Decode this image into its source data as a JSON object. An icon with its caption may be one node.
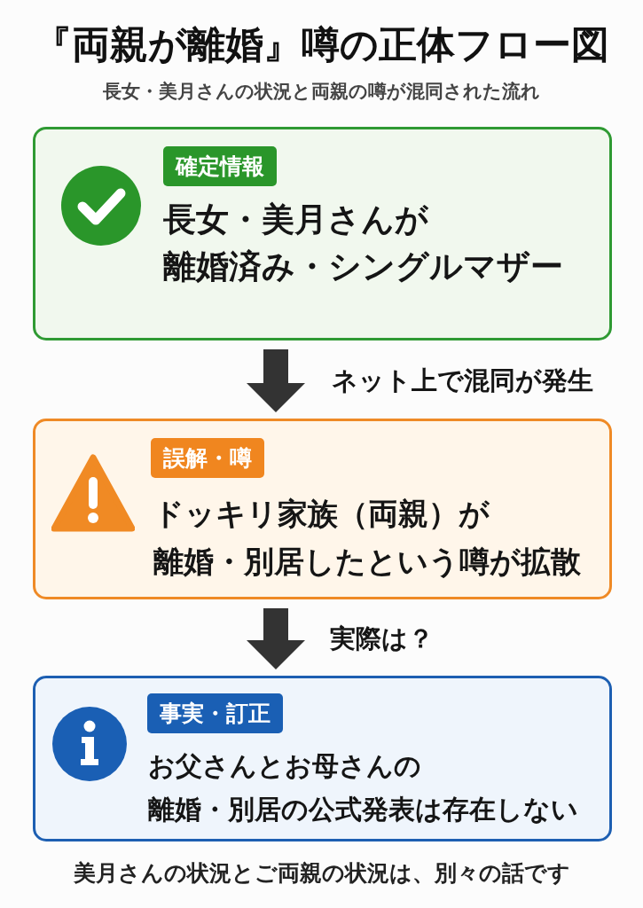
{
  "diagram": {
    "title": "『両親が離婚』噂の正体フロー図",
    "nodes": [
      {
        "text": [
          "確定情報",
          "長女・美月さんが離婚済み・シングルマザー"
        ]
      },
      {
        "text": [
          "誤解・噂",
          "ドッキリ家族（両親）が離婚・別居したという噂が拡散"
        ]
      },
      {
        "text": [
          "事実・訂正",
          "お父さんとお母さんの離婚・別居の公式発表は存在しない"
        ]
      }
    ],
    "edges": [
      {
        "from": 0,
        "to": 1,
        "arrow": "to",
        "label": "ネット上で混同が発生"
      },
      {
        "from": 1,
        "to": 2,
        "arrow": "to",
        "label": "実際は？"
      }
    ],
    "labels": [
      "長女・美月さんの状況と両親の噂が混同された流れ",
      "美月さんの状況とご両親の状況は、別々の話です"
    ]
  }
}
